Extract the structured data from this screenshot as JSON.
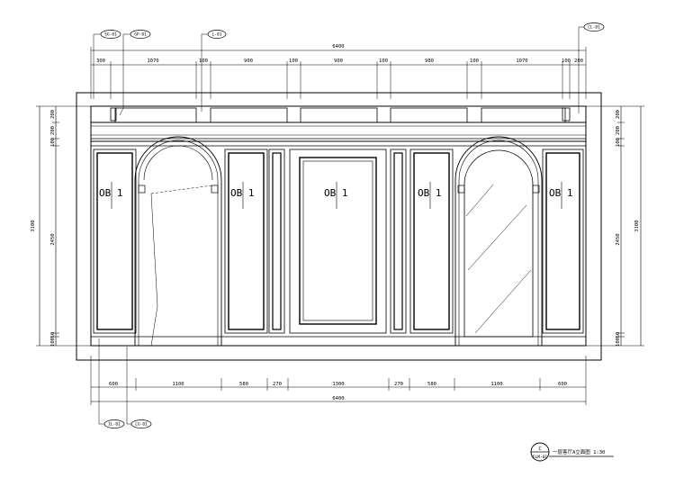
{
  "tags": {
    "top_1": "SG-01",
    "top_2": "GP-01",
    "top_3": "L-01",
    "top_right": "CL-01",
    "bottom_1": "IL-01",
    "bottom_2": "LG-01"
  },
  "dimensions": {
    "overall_top": "6400",
    "top_segments": [
      "300",
      "1070",
      "100",
      "900",
      "100",
      "900",
      "100",
      "980",
      "100",
      "1070",
      "100",
      "200"
    ],
    "overall_bottom": "6400",
    "bottom_segments": [
      "600",
      "1100",
      "580",
      "270",
      "1300",
      "270",
      "580",
      "1100",
      "600"
    ],
    "left_total": "3100",
    "left_segments": [
      "200",
      "200",
      "100",
      "2450",
      "50",
      "100"
    ],
    "right_total": "3100",
    "right_segments": [
      "200",
      "200",
      "100",
      "2450",
      "50",
      "100"
    ]
  },
  "material_labels": [
    "OB 1",
    "OB 1",
    "OB 1",
    "OB 1",
    "OB 1"
  ],
  "title_block": {
    "letter": "C",
    "sheet": "ELM-01",
    "caption": "一层客厅A立面图 1:30"
  },
  "colors": {
    "line": "#000000",
    "background": "#ffffff"
  }
}
